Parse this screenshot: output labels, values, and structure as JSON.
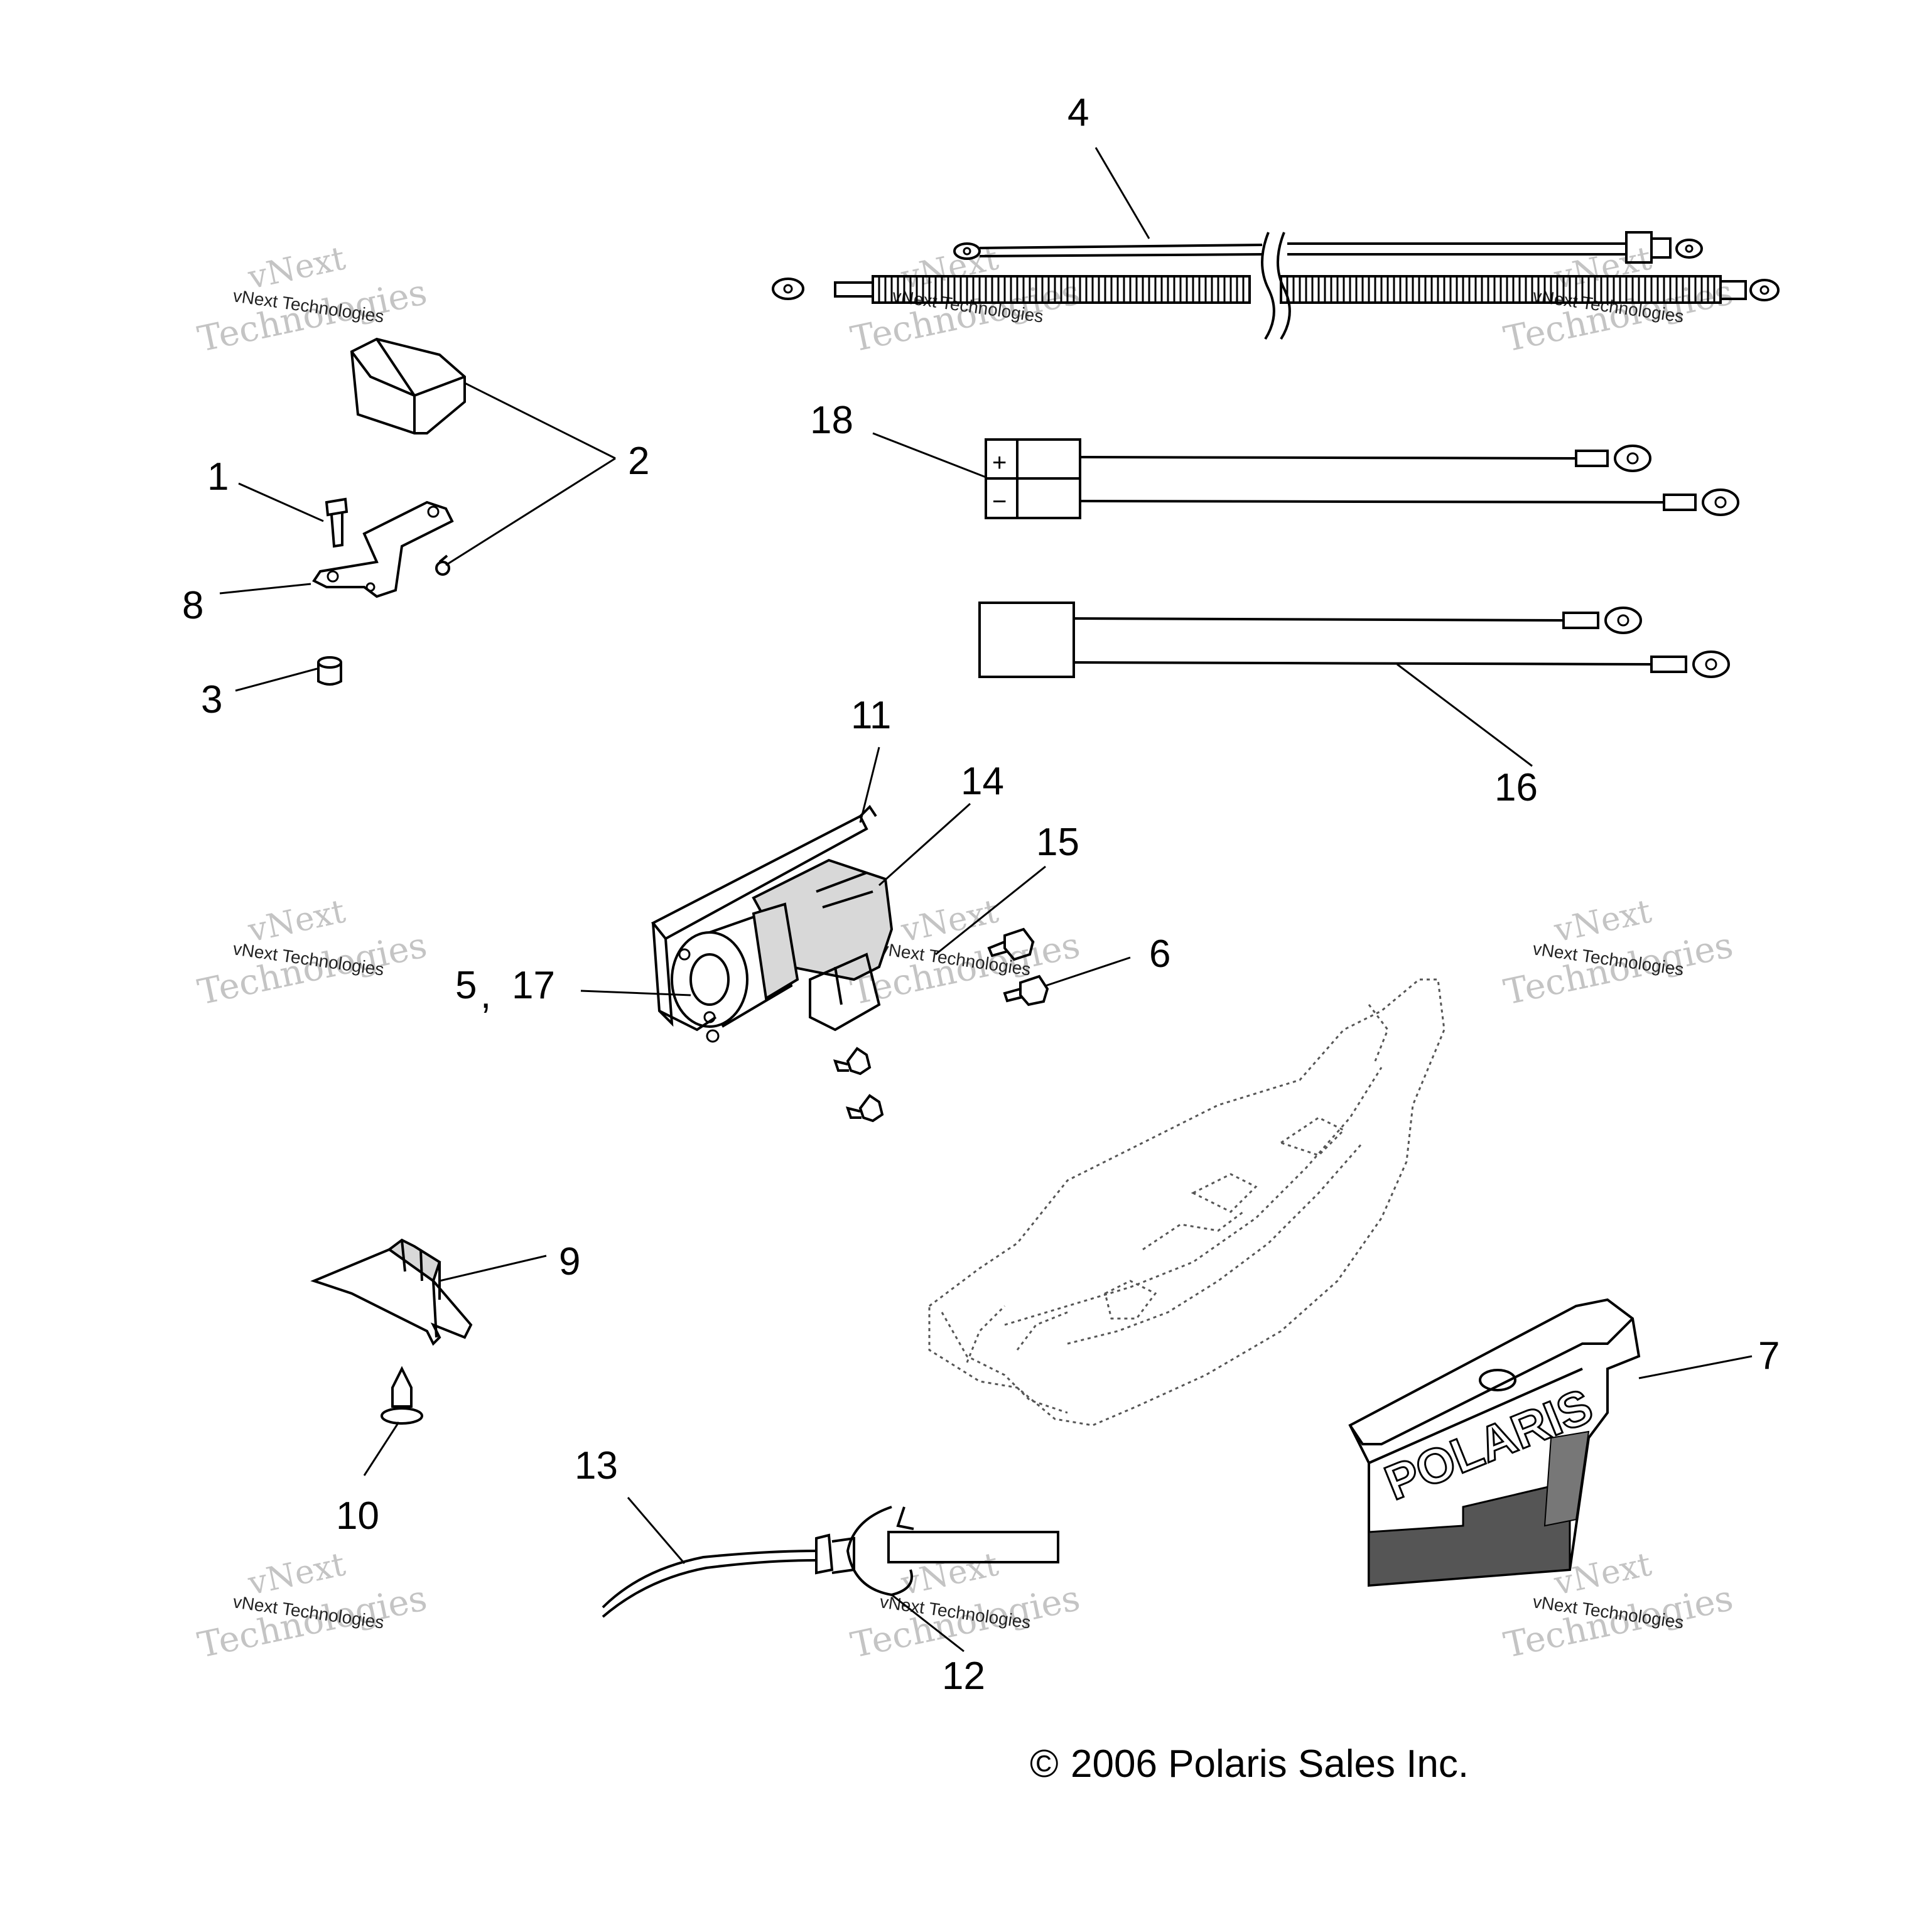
{
  "callouts": {
    "c1": "1",
    "c2": "2",
    "c3": "3",
    "c4": "4",
    "c5": "5",
    "c6": "6",
    "c7": "7",
    "c8": "8",
    "c9": "9",
    "c10": "10",
    "c11": "11",
    "c12": "12",
    "c13": "13",
    "c14": "14",
    "c15": "15",
    "c16": "16",
    "c17": "17",
    "c18": "18",
    "comma": ","
  },
  "watermark": {
    "line1": "vNext",
    "line2": "Technologies",
    "small": "vNext Technologies"
  },
  "connector_symbols": {
    "plus": "+",
    "minus": "−"
  },
  "decal_text": "POLARIS",
  "copyright": {
    "symbol": "©",
    "text": "2006 Polaris Sales Inc."
  }
}
